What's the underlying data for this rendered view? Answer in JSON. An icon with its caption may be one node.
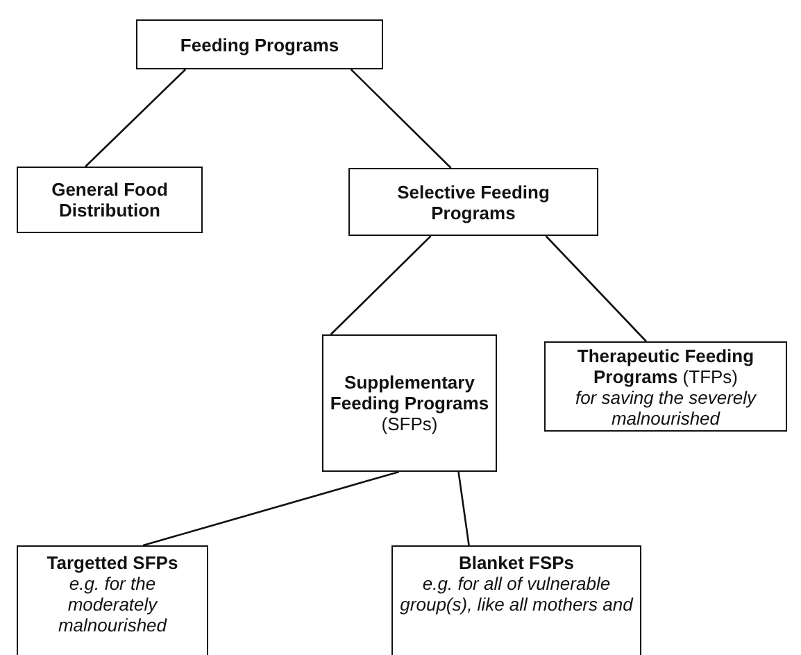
{
  "diagram": {
    "nodes": [
      {
        "text": [
          "Feeding  Programs"
        ]
      },
      {
        "text": [
          "General Food Distribution"
        ]
      },
      {
        "text": [
          "Selective Feeding Programs"
        ]
      },
      {
        "text": [
          "**Supplementary Feeding Programs** (SFPs)"
        ]
      },
      {
        "text": [
          "**Therapeutic Feeding Programs** (TFPs)",
          "for saving the severely malnourished"
        ]
      },
      {
        "text": [
          "Targetted SFPs",
          "e.g. for the moderately malnourished"
        ]
      },
      {
        "text": [
          "Blanket FSPs",
          "e.g. for all of vulnerable group(s), like all mothers and"
        ]
      }
    ],
    "edges": [
      {
        "from": 0,
        "to": 1,
        "arrow": "none"
      },
      {
        "from": 0,
        "to": 2,
        "arrow": "none"
      },
      {
        "from": 2,
        "to": 3,
        "arrow": "none"
      },
      {
        "from": 2,
        "to": 4,
        "arrow": "none"
      },
      {
        "from": 3,
        "to": 5,
        "arrow": "none"
      },
      {
        "from": 3,
        "to": 6,
        "arrow": "none"
      }
    ]
  }
}
